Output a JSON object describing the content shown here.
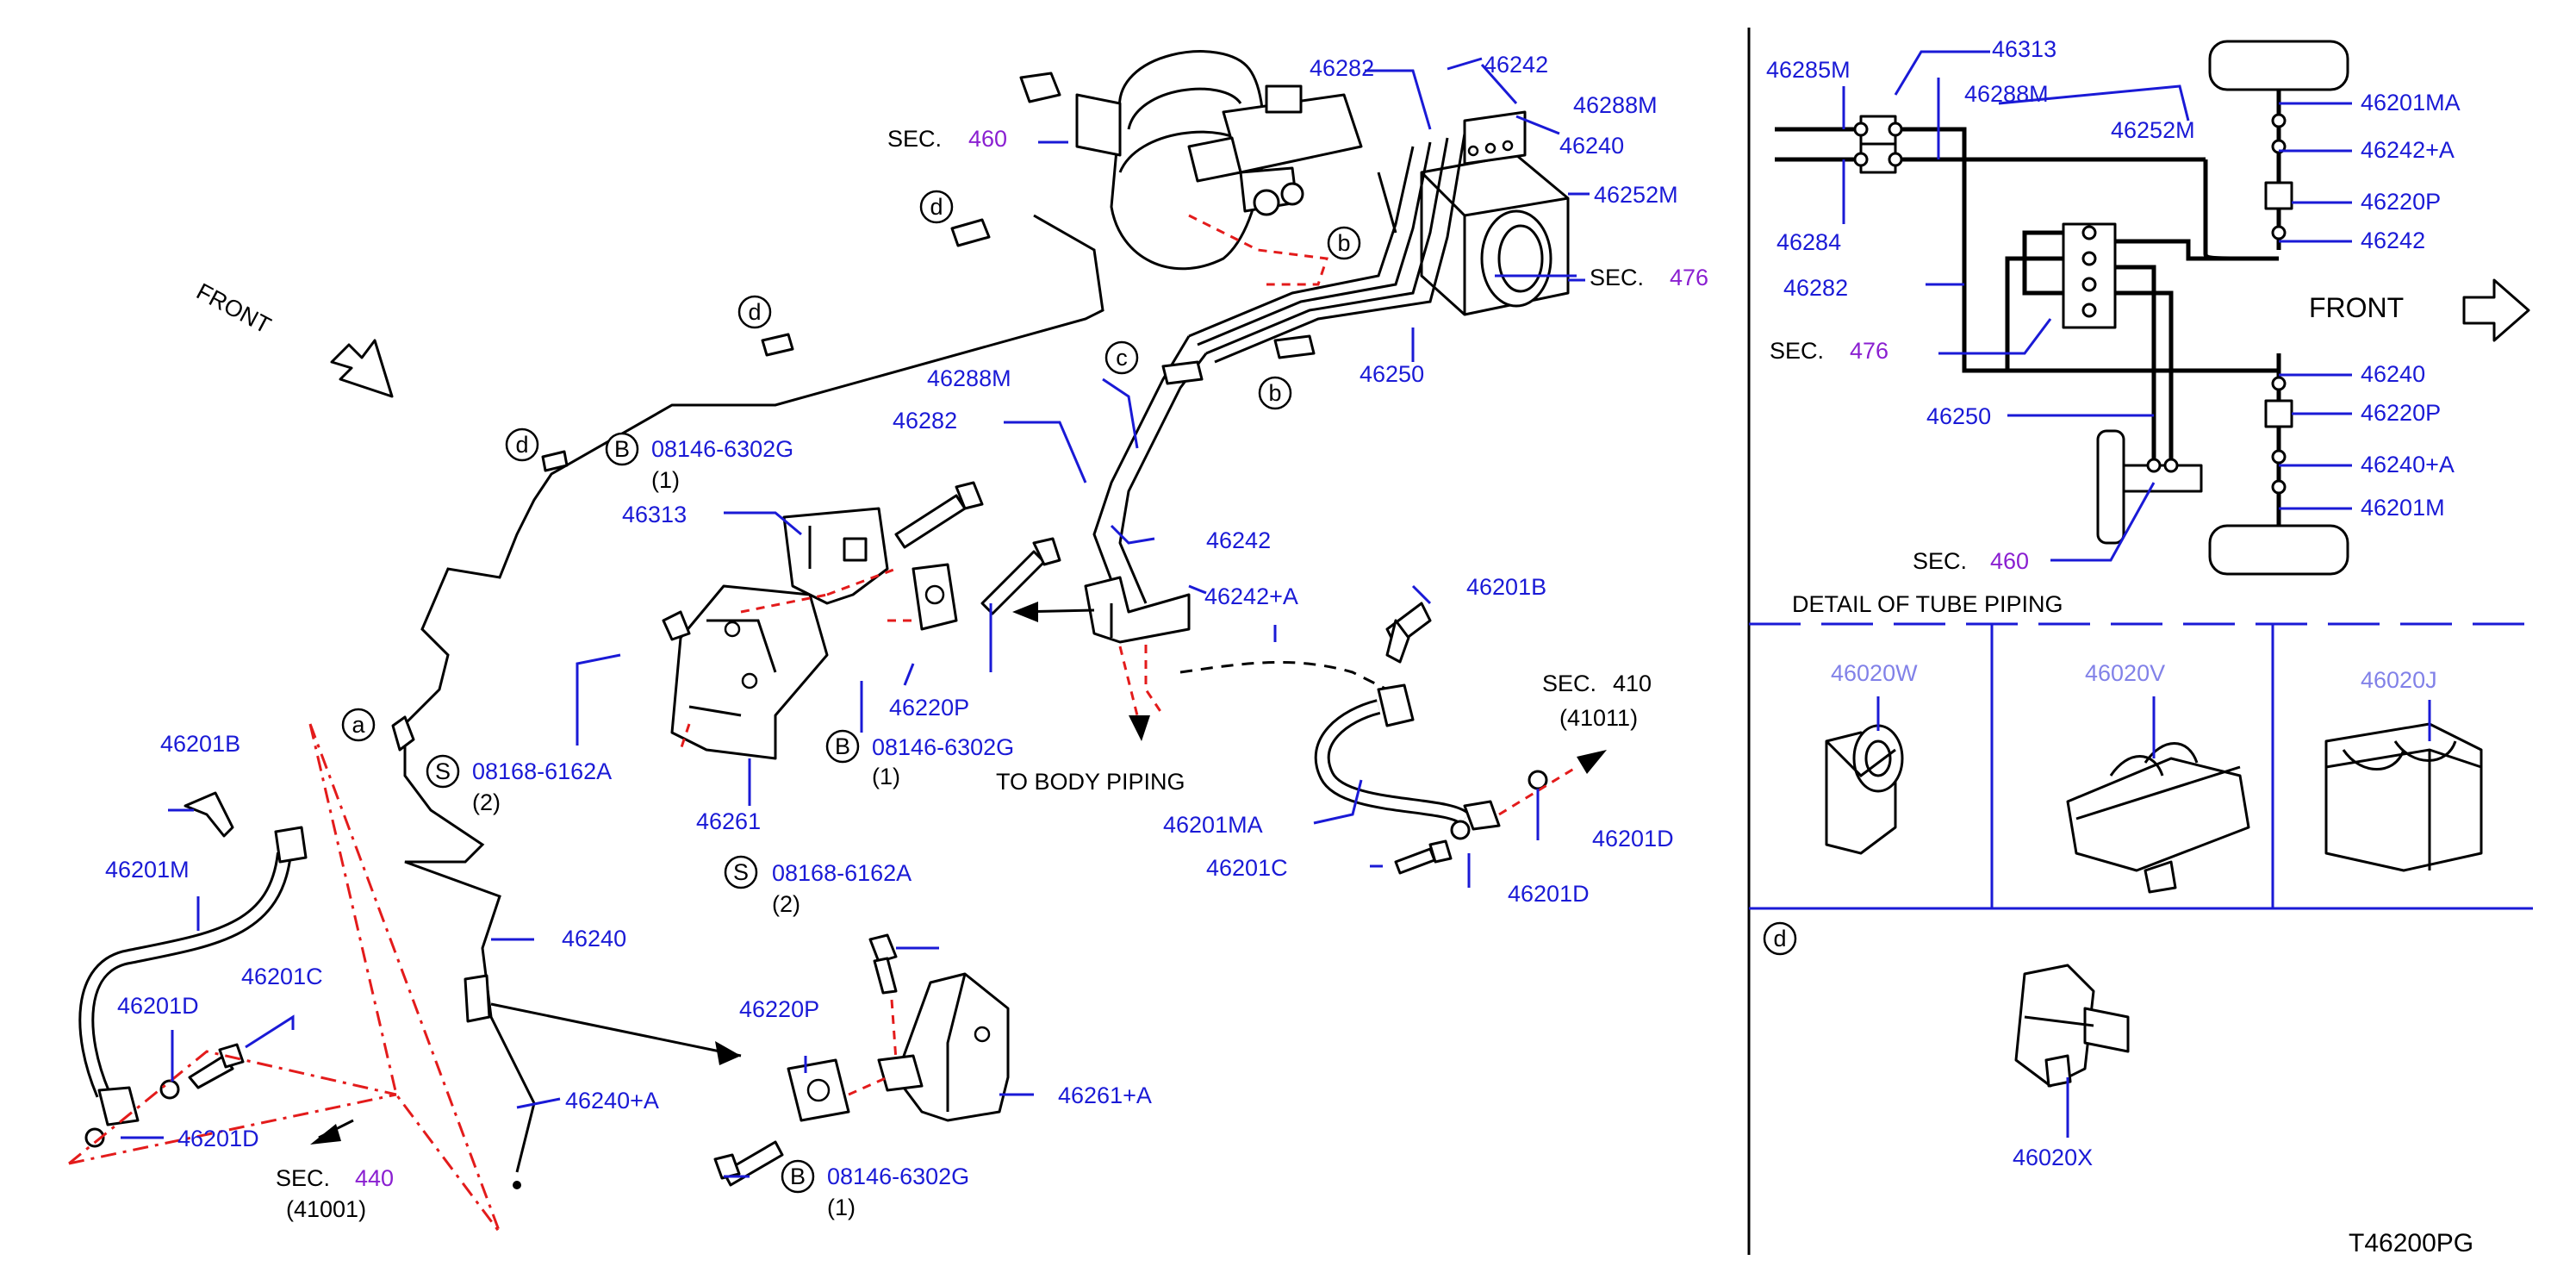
{
  "labels": {
    "front_main": "FRONT",
    "front_detail": "FRONT",
    "detail_title": "DETAIL   OF   TUBE   PIPING",
    "to_body_piping": "TO   BODY   PIPING",
    "diagram_code": "T46200PG",
    "sec_word": "SEC.",
    "sec_460": "460",
    "sec_476": "476",
    "sec_440": "440",
    "sec_41001": "(41001)",
    "sec_41011": "(41011)",
    "sec_410_partial": "410",
    "qty_1": "(1)",
    "qty_2": "(2)"
  },
  "callouts": {
    "a": "a",
    "b": "b",
    "c": "c",
    "d": "d",
    "B": "B",
    "S": "S"
  },
  "parts": {
    "p46282": "46282",
    "p46242": "46242",
    "p46288M": "46288M",
    "p46240": "46240",
    "p46252M": "46252M",
    "p46250": "46250",
    "p46313": "46313",
    "p46220P": "46220P",
    "p46261": "46261",
    "p46242A": "46242+A",
    "p46201B": "46201B",
    "p46201MA": "46201MA",
    "p46201C": "46201C",
    "p46201D": "46201D",
    "p46201M": "46201M",
    "p46240A": "46240+A",
    "p46261A": "46261+A",
    "p08146": "08146-6302G",
    "p08168": "08168-6162A",
    "p46285M": "46285M",
    "p46284": "46284",
    "p46201MA_d": "46201MA",
    "p46242A_d": "46242+A",
    "p46220P_d": "46220P",
    "p46242_d": "46242",
    "p46240_d": "46240",
    "p46240A_d": "46240+A",
    "p46201M_d": "46201M",
    "p46020X": "46020X",
    "p46020W_partial": "46020W",
    "p46020V_partial": "46020V",
    "p46020J_partial": "46020J"
  },
  "colors": {
    "part_number": "#1a1ad6",
    "section_number": "#8a1fd1",
    "phantom_line": "#e31b1b",
    "outline": "#000000"
  }
}
